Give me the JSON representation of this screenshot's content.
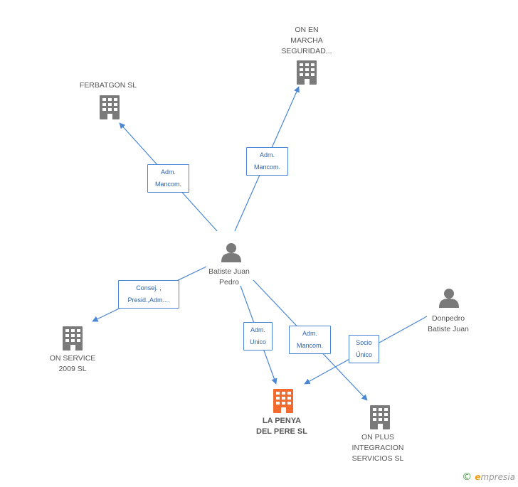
{
  "colors": {
    "edge": "#4a86d4",
    "company_icon": "#7a7a7a",
    "company_icon_main": "#f26a2e",
    "person_icon": "#7a7a7a"
  },
  "nodes": {
    "on_en_marcha": {
      "label": "ON EN\nMARCHA\nSEGURIDAD...",
      "icon": "building-icon"
    },
    "ferbatgon": {
      "label": "FERBATGON SL",
      "icon": "building-icon"
    },
    "batiste_juan": {
      "label": "Batiste Juan\nPedro",
      "icon": "person-icon"
    },
    "on_service": {
      "label": "ON SERVICE\n2009  SL",
      "icon": "building-icon"
    },
    "donpedro": {
      "label": "Donpedro\nBatiste Juan",
      "icon": "person-icon"
    },
    "la_penya": {
      "label": "LA PENYA\nDEL PERE SL",
      "icon": "building-icon"
    },
    "on_plus": {
      "label": "ON PLUS\nINTEGRACION\nSERVICIOS SL",
      "icon": "building-icon"
    }
  },
  "edges": {
    "to_ferbatgon": "Adm.\nMancom.",
    "to_on_en_marcha": "Adm.\nMancom.",
    "to_on_service": "Consej. ,\nPresid.,Adm....",
    "to_la_penya": "Adm.\nUnico",
    "to_on_plus": "Adm.\nMancom.",
    "donpedro_to_la_penya": "Socio\nÚnico"
  },
  "footer": {
    "copyright": "©",
    "brand_e": "e",
    "brand_rest": "mpresia"
  }
}
